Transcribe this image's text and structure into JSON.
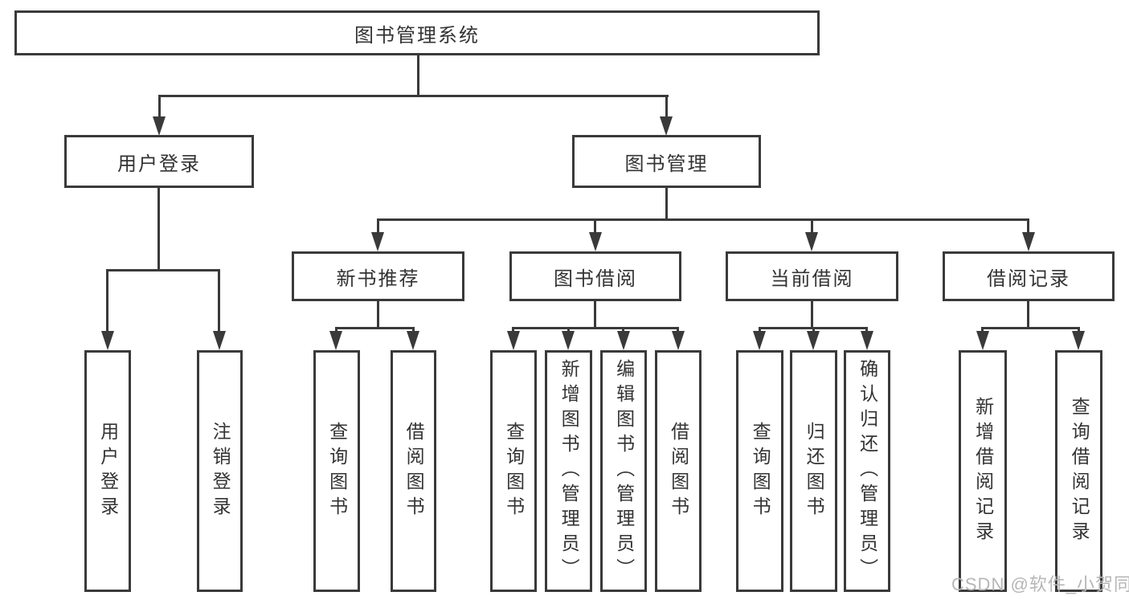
{
  "nodes": {
    "root": "图书管理系统",
    "user_login": "用户登录",
    "book_mgmt": "图书管理",
    "new_book_rec": "新书推荐",
    "book_borrow": "图书借阅",
    "current_borrow": "当前借阅",
    "borrow_record": "借阅记录",
    "leaf_user_login": "用户登录",
    "leaf_logout": "注销登录",
    "rec_query_book": "查询图书",
    "rec_borrow_book": "借阅图书",
    "bb_query_book": "查询图书",
    "bb_add_book": "新增图书（管理员）",
    "bb_edit_book": "编辑图书（管理员）",
    "bb_borrow_book": "借阅图书",
    "cb_query_book": "查询图书",
    "cb_return_book": "归还图书",
    "cb_confirm_return": "确认归还（管理员）",
    "br_add_record": "新增借阅记录",
    "br_query_record": "查询借阅记录"
  },
  "watermark": "CSDN @软件_小贺同学",
  "colors": {
    "line": "#3a3a3a",
    "text": "#333333",
    "watermark": "#b6b6b6",
    "background": "#ffffff"
  }
}
